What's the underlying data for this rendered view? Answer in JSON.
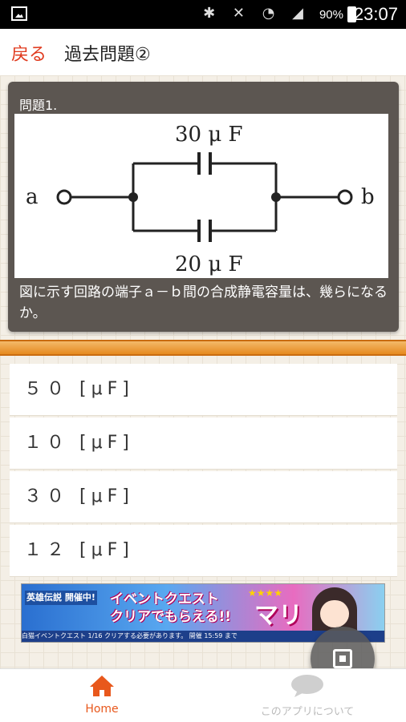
{
  "status_bar": {
    "battery": "90%",
    "time": "23:07"
  },
  "header": {
    "back_label": "戻る",
    "title": "過去問題②"
  },
  "question": {
    "number": "問題1.",
    "text": "図に示す回路の端子ａ－ｂ間の合成静電容量は、幾らになるか。",
    "circuit": {
      "top_cap": "30 μ F",
      "bottom_cap": "20 μ F",
      "terminal_a": "a",
      "terminal_b": "b"
    }
  },
  "answers": [
    {
      "label": "５０ [μF]"
    },
    {
      "label": "１０ [μF]"
    },
    {
      "label": "３０ [μF]"
    },
    {
      "label": "１２ [μF]"
    }
  ],
  "ad": {
    "left_text": "英雄伝説 開催中!",
    "main_line1": "イベントクエスト",
    "main_line2": "クリアでもらえる!!",
    "name": "マリ",
    "stars": "★★★★",
    "strip": "白猫イベントクエスト 1/16 クリアする必要があります。 開催 15:59 まで"
  },
  "bottom_nav": {
    "home_label": "Home",
    "about_label": "このアプリについて"
  },
  "colors": {
    "accent": "#e03a1e",
    "home_active": "#e8581c"
  }
}
